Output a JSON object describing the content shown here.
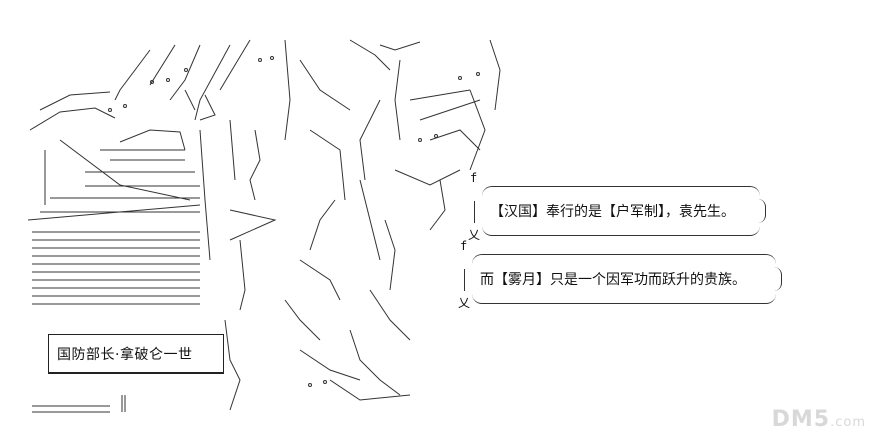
{
  "nameplate": {
    "text": "国防部长·拿破仑一世"
  },
  "bubbles": [
    {
      "text": "【汉国】奉行的是【户军制】，袁先生。",
      "tail_top": "f",
      "tail_bottom": "乂"
    },
    {
      "text": "而【雾月】只是一个因军功而跃升的贵族。",
      "tail_top": "f",
      "tail_bottom": "乂"
    }
  ],
  "watermark": {
    "brand": "DM5",
    "suffix": ".com"
  },
  "colors": {
    "ink": "#111111",
    "watermark": "#d8d8d8",
    "background": "#ffffff"
  }
}
